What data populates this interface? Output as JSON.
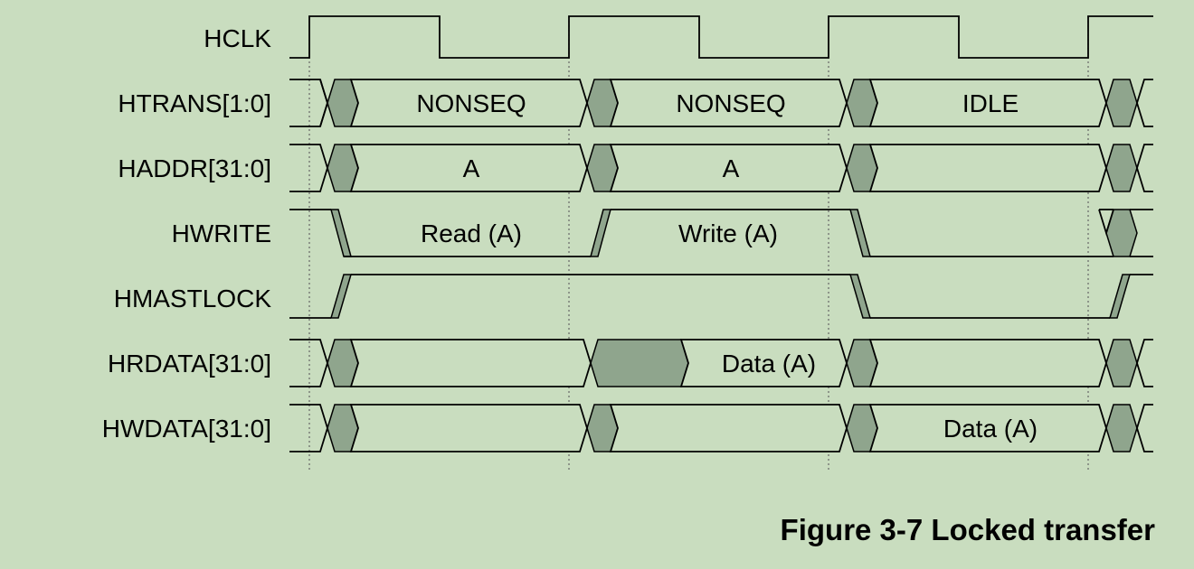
{
  "figure": {
    "caption": "Figure 3-7 Locked transfer",
    "colors": {
      "background": "#c9ddbf",
      "shade": "#8fa58d",
      "line": "#000000"
    }
  },
  "signals": [
    {
      "name": "HCLK",
      "kind": "clock"
    },
    {
      "name": "HTRANS[1:0]",
      "kind": "bus",
      "segments": [
        {
          "label": "NONSEQ",
          "shade": false
        },
        {
          "label": "NONSEQ",
          "shade": false
        },
        {
          "label": "IDLE",
          "shade": false
        }
      ]
    },
    {
      "name": "HADDR[31:0]",
      "kind": "bus",
      "segments": [
        {
          "label": "A",
          "shade": false
        },
        {
          "label": "A",
          "shade": false
        },
        {
          "label": "",
          "shade": false
        }
      ]
    },
    {
      "name": "HWRITE",
      "kind": "bus",
      "segments": [
        {
          "label": "Read (A)",
          "shade": false
        },
        {
          "label": "Write (A)",
          "shade": false
        },
        {
          "label": "",
          "shade": false
        }
      ]
    },
    {
      "name": "HMASTLOCK",
      "kind": "level"
    },
    {
      "name": "HRDATA[31:0]",
      "kind": "bus",
      "segments": [
        {
          "label": "",
          "shade": false
        },
        {
          "label": "Data (A)",
          "shade": false
        },
        {
          "label": "",
          "shade": false
        }
      ]
    },
    {
      "name": "HWDATA[31:0]",
      "kind": "bus",
      "segments": [
        {
          "label": "",
          "shade": false
        },
        {
          "label": "",
          "shade": false
        },
        {
          "label": "Data (A)",
          "shade": false
        }
      ]
    }
  ]
}
